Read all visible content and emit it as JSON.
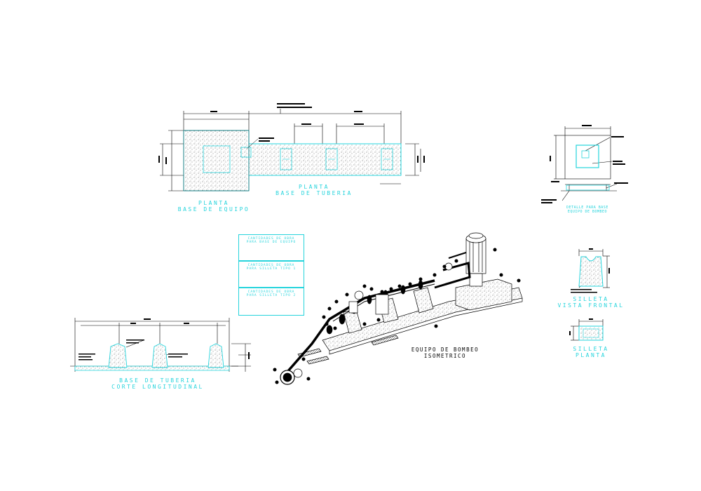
{
  "drawing": {
    "planta_base_tuberia": {
      "line1": "PLANTA",
      "line2": "BASE DE TUBERIA"
    },
    "planta_base_equipo": {
      "line1": "PLANTA",
      "line2": "BASE DE EQUIPO"
    },
    "corte_longitudinal": {
      "line1": "BASE DE TUBERIA",
      "line2": "CORTE LONGITUDINAL"
    },
    "equipo_bombeo": {
      "line1": "EQUIPO DE BOMBEO",
      "line2": "ISOMETRICO"
    },
    "detalle": {
      "line1": "DETALLE PARA BASE",
      "line2": "EQUIPO DE BOMBEO"
    },
    "silleta_frontal": {
      "line1": "SILLETA",
      "line2": "VISTA FRONTAL"
    },
    "silleta_planta": {
      "line1": "SILLETA",
      "line2": "PLANTA"
    },
    "quantities": [
      {
        "line1": "CANTIDADES DE OBRA",
        "line2": "PARA BASE DE EQUIPO"
      },
      {
        "line1": "CANTIDADES DE OBRA",
        "line2": "PARA SILLETA TIPO 1"
      },
      {
        "line1": "CANTIDADES DE OBRA",
        "line2": "PARA SILLETA TIPO 2"
      }
    ]
  },
  "colors": {
    "annotation": "#26d4dc",
    "linework": "#000000",
    "background": "#ffffff"
  }
}
